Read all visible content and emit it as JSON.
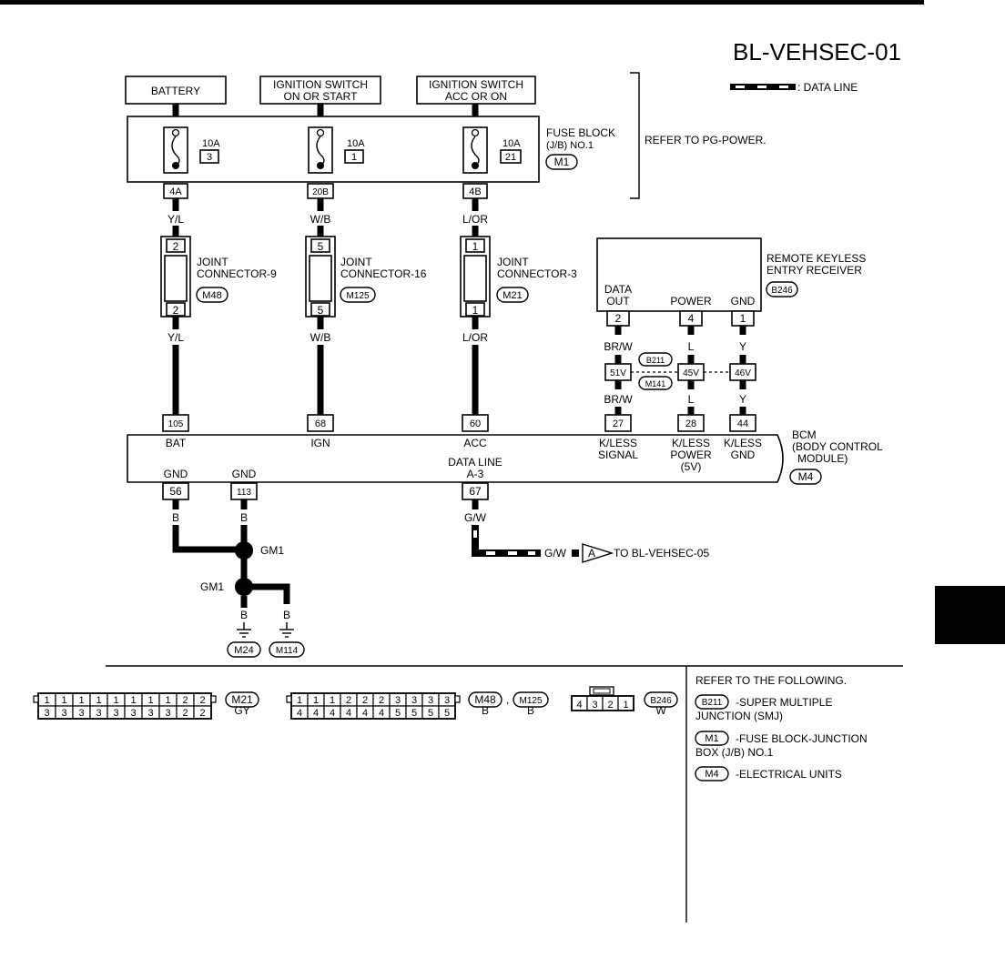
{
  "title": "BL-VEHSEC-01",
  "legend": {
    "label": ": DATA LINE"
  },
  "sources": [
    {
      "id": "battery",
      "label": [
        "BATTERY"
      ]
    },
    {
      "id": "ign-on-start",
      "label": [
        "IGNITION SWITCH",
        "ON OR START"
      ]
    },
    {
      "id": "ign-acc-on",
      "label": [
        "IGNITION SWITCH",
        "ACC OR ON"
      ]
    }
  ],
  "fuse_block": {
    "label": [
      "FUSE BLOCK",
      "(J/B) NO.1"
    ],
    "connector": "M1",
    "refer": "REFER TO PG-POWER.",
    "fuses": [
      {
        "rating": "10A",
        "number": "3",
        "terminal": "4A",
        "wire": "Y/L"
      },
      {
        "rating": "10A",
        "number": "1",
        "terminal": "20B",
        "wire": "W/B"
      },
      {
        "rating": "10A",
        "number": "21",
        "terminal": "4B",
        "wire": "L/OR"
      }
    ]
  },
  "joints": [
    {
      "label": [
        "JOINT",
        "CONNECTOR-9"
      ],
      "connector": "M48",
      "top": "2",
      "bottom": "2",
      "wire": "Y/L"
    },
    {
      "label": [
        "JOINT",
        "CONNECTOR-16"
      ],
      "connector": "M125",
      "top": "5",
      "bottom": "5",
      "wire": "W/B"
    },
    {
      "label": [
        "JOINT",
        "CONNECTOR-3"
      ],
      "connector": "M21",
      "top": "1",
      "bottom": "1",
      "wire": "L/OR"
    }
  ],
  "receiver": {
    "label": [
      "REMOTE KEYLESS",
      "ENTRY RECEIVER"
    ],
    "connector": "B246",
    "pins": [
      {
        "label": [
          "DATA",
          "OUT"
        ],
        "pin": "2",
        "wire_top": "BR/W",
        "smj": "51V",
        "wire_bottom": "BR/W"
      },
      {
        "label": [
          "POWER"
        ],
        "pin": "4",
        "wire_top": "L",
        "smj": "45V",
        "wire_bottom": "L"
      },
      {
        "label": [
          "GND"
        ],
        "pin": "1",
        "wire_top": "Y",
        "smj": "46V",
        "wire_bottom": "Y"
      }
    ],
    "smj_connectors": [
      "B211",
      "M141"
    ]
  },
  "bcm": {
    "label": [
      "BCM",
      "(BODY CONTROL",
      "MODULE)"
    ],
    "connector": "M4",
    "top_terminals": [
      {
        "pin": "105",
        "label": [
          "BAT"
        ]
      },
      {
        "pin": "68",
        "label": [
          "IGN"
        ]
      },
      {
        "pin": "60",
        "label": [
          "ACC"
        ]
      },
      {
        "pin": "27",
        "label": [
          "K/LESS",
          "SIGNAL"
        ]
      },
      {
        "pin": "28",
        "label": [
          "K/LESS",
          "POWER",
          "(5V)"
        ]
      },
      {
        "pin": "44",
        "label": [
          "K/LESS",
          "GND"
        ]
      }
    ],
    "bottom_terminals": [
      {
        "pin": "56",
        "label": "GND",
        "wire": "B"
      },
      {
        "pin": "113",
        "label": "GND",
        "wire": "B"
      },
      {
        "pin": "67",
        "label": [
          "DATA LINE",
          "A-3"
        ],
        "wire": "G/W"
      }
    ]
  },
  "ground": {
    "splice1": "GM1",
    "splice2": "GM1",
    "wire1": "B",
    "wire2": "B",
    "grounds": [
      "M24",
      "M114"
    ]
  },
  "dataline_out": {
    "wire": "G/W",
    "connector": "A",
    "target": "TO BL-VEHSEC-05"
  },
  "connectors_bottom": [
    {
      "id": "M21",
      "color": "GY",
      "row1": [
        "1",
        "1",
        "1",
        "1",
        "1",
        "1",
        "1",
        "1",
        "2",
        "2"
      ],
      "row2": [
        "3",
        "3",
        "3",
        "3",
        "3",
        "3",
        "3",
        "3",
        "2",
        "2"
      ]
    },
    {
      "id": "M48",
      "color": "B",
      "id2": "M125",
      "color2": "B",
      "row1": [
        "1",
        "1",
        "1",
        "2",
        "2",
        "2",
        "3",
        "3",
        "3",
        "3"
      ],
      "row2": [
        "4",
        "4",
        "4",
        "4",
        "4",
        "4",
        "5",
        "5",
        "5",
        "5"
      ]
    },
    {
      "id": "B246",
      "color": "W",
      "row1": [
        "4",
        "3",
        "2",
        "1"
      ]
    }
  ],
  "refer_following": {
    "heading": "REFER TO THE FOLLOWING.",
    "items": [
      {
        "connector": "B211",
        "text": [
          "-SUPER MULTIPLE",
          "JUNCTION (SMJ)"
        ]
      },
      {
        "connector": "M1",
        "text": [
          "-FUSE BLOCK-JUNCTION",
          "BOX (J/B) NO.1"
        ]
      },
      {
        "connector": "M4",
        "text": [
          "-ELECTRICAL UNITS"
        ]
      }
    ]
  }
}
